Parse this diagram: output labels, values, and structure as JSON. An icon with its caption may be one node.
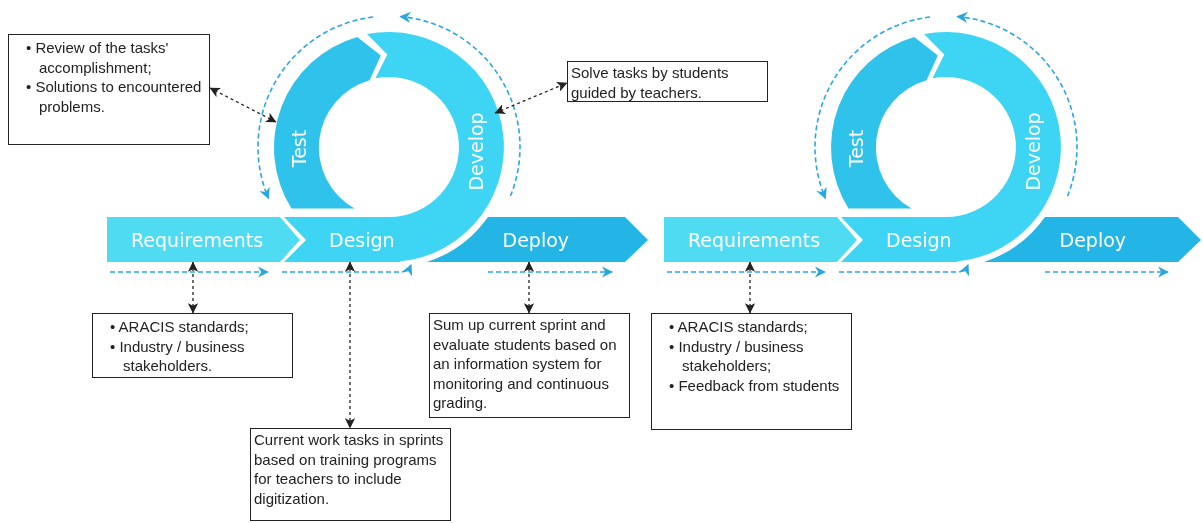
{
  "diagram": {
    "nodes": [
      {
        "text": [
          "• Review of the tasks' accomplishment;",
          "• Solutions to encountered problems."
        ]
      },
      {
        "text": [
          "Solve tasks by students guided by teachers."
        ]
      },
      {
        "text": [
          "Test"
        ]
      },
      {
        "text": [
          "Develop"
        ]
      },
      {
        "text": [
          "Requirements"
        ]
      },
      {
        "text": [
          "Design"
        ]
      },
      {
        "text": [
          "Deploy"
        ]
      },
      {
        "text": [
          "Test"
        ]
      },
      {
        "text": [
          "Develop"
        ]
      },
      {
        "text": [
          "Requirements"
        ]
      },
      {
        "text": [
          "Design"
        ]
      },
      {
        "text": [
          "Deploy"
        ]
      },
      {
        "text": [
          "• ARACIS standards;",
          "• Industry / business stakeholders."
        ]
      },
      {
        "text": [
          "Sum up current sprint and evaluate students based on an information system for monitoring and continuous grading."
        ]
      },
      {
        "text": [
          "• ARACIS standards;",
          "• Industry / business stakeholders;",
          "• Feedback from students"
        ]
      },
      {
        "text": [
          "Current work tasks in sprints based on training programs for teachers to include digitization."
        ]
      }
    ],
    "edges": [
      {
        "from": 2,
        "to": 0,
        "arrow": "both",
        "style": "dashed"
      },
      {
        "from": 3,
        "to": 1,
        "arrow": "both",
        "style": "dashed"
      },
      {
        "from": 4,
        "to": 12,
        "arrow": "both",
        "style": "dashed"
      },
      {
        "from": 5,
        "to": 15,
        "arrow": "both",
        "style": "dashed"
      },
      {
        "from": 6,
        "to": 13,
        "arrow": "both",
        "style": "dashed"
      },
      {
        "from": 9,
        "to": 14,
        "arrow": "both",
        "style": "dashed"
      }
    ]
  }
}
